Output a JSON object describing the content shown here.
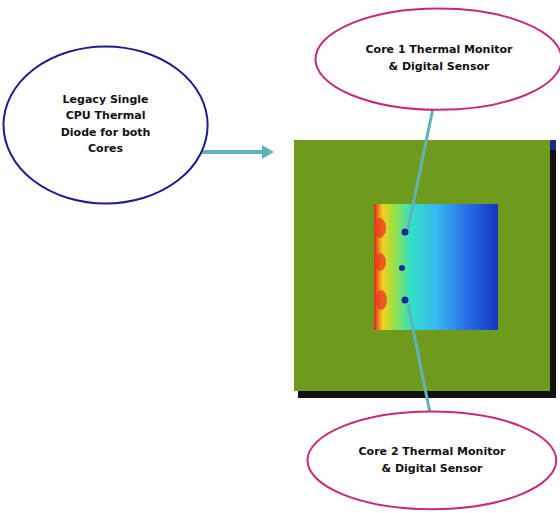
{
  "diagram": {
    "nodes": [
      {
        "text": [
          "Legacy Single CPU Thermal Diode for both Cores"
        ]
      },
      {
        "text": [
          "Core 1 Thermal Monitor & Digital Sensor"
        ]
      },
      {
        "text": [
          "Core 2 Thermal Monitor & Digital Sensor"
        ]
      }
    ]
  }
}
